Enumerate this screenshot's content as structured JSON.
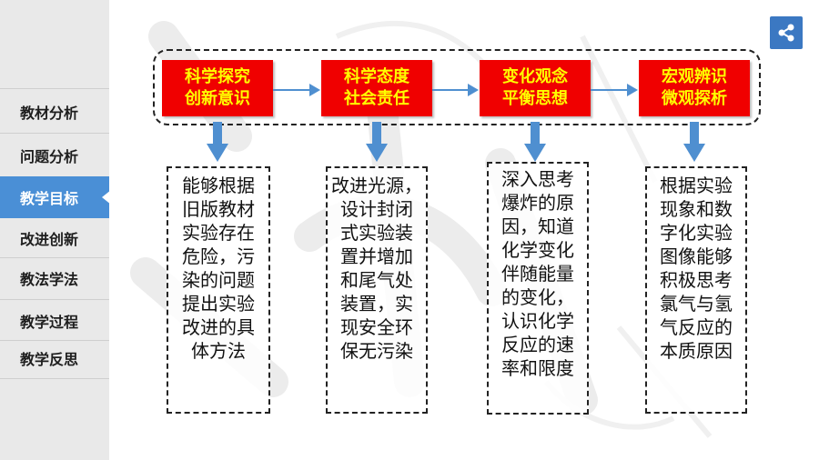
{
  "sidebar": {
    "items": [
      {
        "label": "教材分析"
      },
      {
        "label": "问题分析"
      },
      {
        "label": "教学目标"
      },
      {
        "label": "改进创新"
      },
      {
        "label": "教法学法"
      },
      {
        "label": "教学过程"
      },
      {
        "label": "教学反思"
      }
    ],
    "active_index": 2
  },
  "goals": [
    {
      "line1": "科学探究",
      "line2": "创新意识"
    },
    {
      "line1": "科学态度",
      "line2": "社会责任"
    },
    {
      "line1": "变化观念",
      "line2": "平衡思想"
    },
    {
      "line1": "宏观辨识",
      "line2": "微观探析"
    }
  ],
  "details": [
    {
      "lines": [
        "能够根据",
        "旧版教材",
        "实验存在",
        "危险，污",
        "染的问题",
        "提出实验",
        "改进的具",
        "体方法"
      ]
    },
    {
      "lines": [
        "改进光源，",
        "设计封闭",
        "式实验装",
        "置并增加",
        "和尾气处",
        "装置，实",
        "现安全环",
        "保无污染"
      ]
    },
    {
      "lines": [
        "深入思考",
        "爆炸的原",
        "因，知道",
        "化学变化",
        "伴随能量",
        "的变化，",
        "认识化学",
        "反应的速",
        "率和限度"
      ]
    },
    {
      "lines": [
        "根据实验",
        "现象和数",
        "字化实验",
        "图像能够",
        "积极思考",
        "氯气与氢",
        "气反应的",
        "本质原因"
      ]
    }
  ],
  "share": {
    "icon": "share-icon"
  },
  "colors": {
    "accent": "#4a8fd6",
    "goal_bg": "#f00000",
    "goal_text": "#ffff00",
    "arrow": "#4f8fd0"
  }
}
